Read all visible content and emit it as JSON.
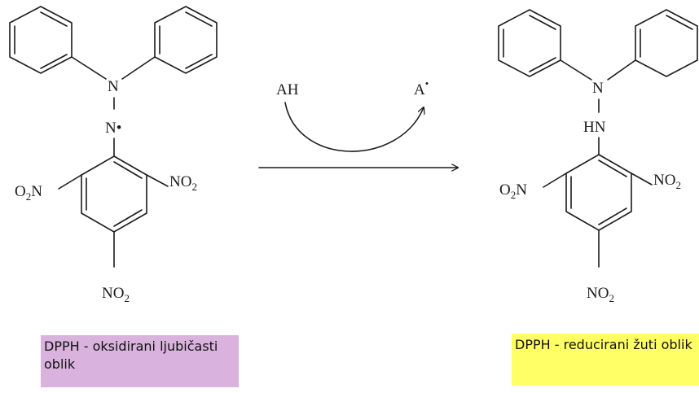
{
  "reactant": {
    "n_top": "N",
    "n_radical": "N•",
    "o2n_left": "O",
    "o2n_left_sub": "2",
    "o2n_left_tail": "N",
    "no2_right": "NO",
    "no2_right_sub": "2",
    "no2_bottom": "NO",
    "no2_bottom_sub": "2"
  },
  "reagent": {
    "donor": "AH",
    "radical": "A",
    "radical_dot": "•"
  },
  "product": {
    "n_top": "N",
    "hn": "HN",
    "o2n_left": "O",
    "o2n_left_sub": "2",
    "o2n_left_tail": "N",
    "no2_right": "NO",
    "no2_right_sub": "2",
    "no2_bottom": "NO",
    "no2_bottom_sub": "2"
  },
  "captions": {
    "left": "DPPH - oksidirani ljubičasti oblik",
    "right": "DPPH - reducirani žuti oblik"
  },
  "colors": {
    "left_box": "#d9b3dd",
    "right_box": "#ffff66",
    "ink": "#1a1a1a"
  }
}
